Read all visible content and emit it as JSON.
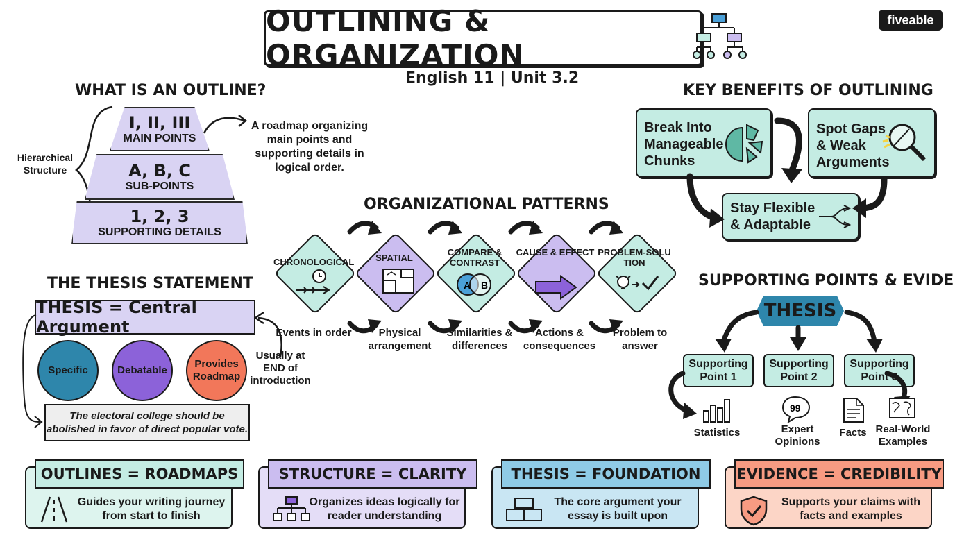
{
  "title": "OUTLINING & ORGANIZATION",
  "subtitle": "English 11 | Unit 3.2",
  "brand": "fiveable",
  "outline": {
    "heading": "WHAT IS AN OUTLINE?",
    "side_label": "Hierarchical Structure",
    "levels": [
      {
        "numerals": "I, II, III",
        "label": "MAIN POINTS"
      },
      {
        "numerals": "A, B, C",
        "label": "SUB-POINTS"
      },
      {
        "numerals": "1, 2, 3",
        "label": "SUPPORTING DETAILS"
      }
    ],
    "definition": "A roadmap organizing main points and supporting details in logical order."
  },
  "benefits": {
    "heading": "KEY BENEFITS OF OUTLINING",
    "items": [
      "Break Into Manageable Chunks",
      "Spot Gaps & Weak Arguments",
      "Stay Flexible & Adaptable"
    ]
  },
  "patterns": {
    "heading": "ORGANIZATIONAL PATTERNS",
    "items": [
      {
        "name": "CHRONOLOGICAL",
        "desc": "Events in order",
        "color": "#c4ece3"
      },
      {
        "name": "SPATIAL",
        "desc": "Physical arrangement",
        "color": "#cbbdf0"
      },
      {
        "name": "COMPARE & CONTRAST",
        "desc": "Similarities & differences",
        "color": "#c4ece3"
      },
      {
        "name": "CAUSE & EFFECT",
        "desc": "Actions & consequences",
        "color": "#cbbdf0"
      },
      {
        "name": "PROBLEM-SOLUTION",
        "desc": "Problem to answer",
        "color": "#c4ece3"
      }
    ],
    "compare_a": "A",
    "compare_b": "B"
  },
  "thesis": {
    "heading": "THE THESIS STATEMENT",
    "box": "THESIS = Central Argument",
    "placement_note": "Usually at END of introduction",
    "traits": [
      {
        "label": "Specific",
        "color": "#2e86ab"
      },
      {
        "label": "Debatable",
        "color": "#8c62d9"
      },
      {
        "label": "Provides Roadmap",
        "color": "#f2775a"
      }
    ],
    "example": "The electoral college should be abolished in favor of direct popular vote."
  },
  "support": {
    "heading": "SUPPORTING POINTS & EVIDENCE",
    "thesis_label": "THESIS",
    "points": [
      "Supporting Point 1",
      "Supporting Point 2",
      "Supporting Point 3"
    ],
    "evidence": [
      "Statistics",
      "Expert Opinions",
      "Facts",
      "Real-World Examples"
    ],
    "quote_glyph": "99"
  },
  "cards": [
    {
      "title": "OUTLINES = ROADMAPS",
      "body": "Guides your writing journey from start to finish",
      "head_color": "#c4ece3",
      "body_color": "#ddf4ee"
    },
    {
      "title": "STRUCTURE = CLARITY",
      "body": "Organizes ideas logically for reader understanding",
      "head_color": "#cbbdf0",
      "body_color": "#e4ddf7"
    },
    {
      "title": "THESIS = FOUNDATION",
      "body": "The core argument your essay is built upon",
      "head_color": "#8fcbe6",
      "body_color": "#c9e6f3"
    },
    {
      "title": "EVIDENCE = CREDIBILITY",
      "body": "Supports your claims with facts and examples",
      "head_color": "#f79b82",
      "body_color": "#fcd5c6"
    }
  ],
  "colors": {
    "teal": "#c4ece3",
    "lavender": "#d9d3f3",
    "blue": "#2e86ab",
    "purple": "#8c62d9",
    "coral": "#f2775a"
  }
}
